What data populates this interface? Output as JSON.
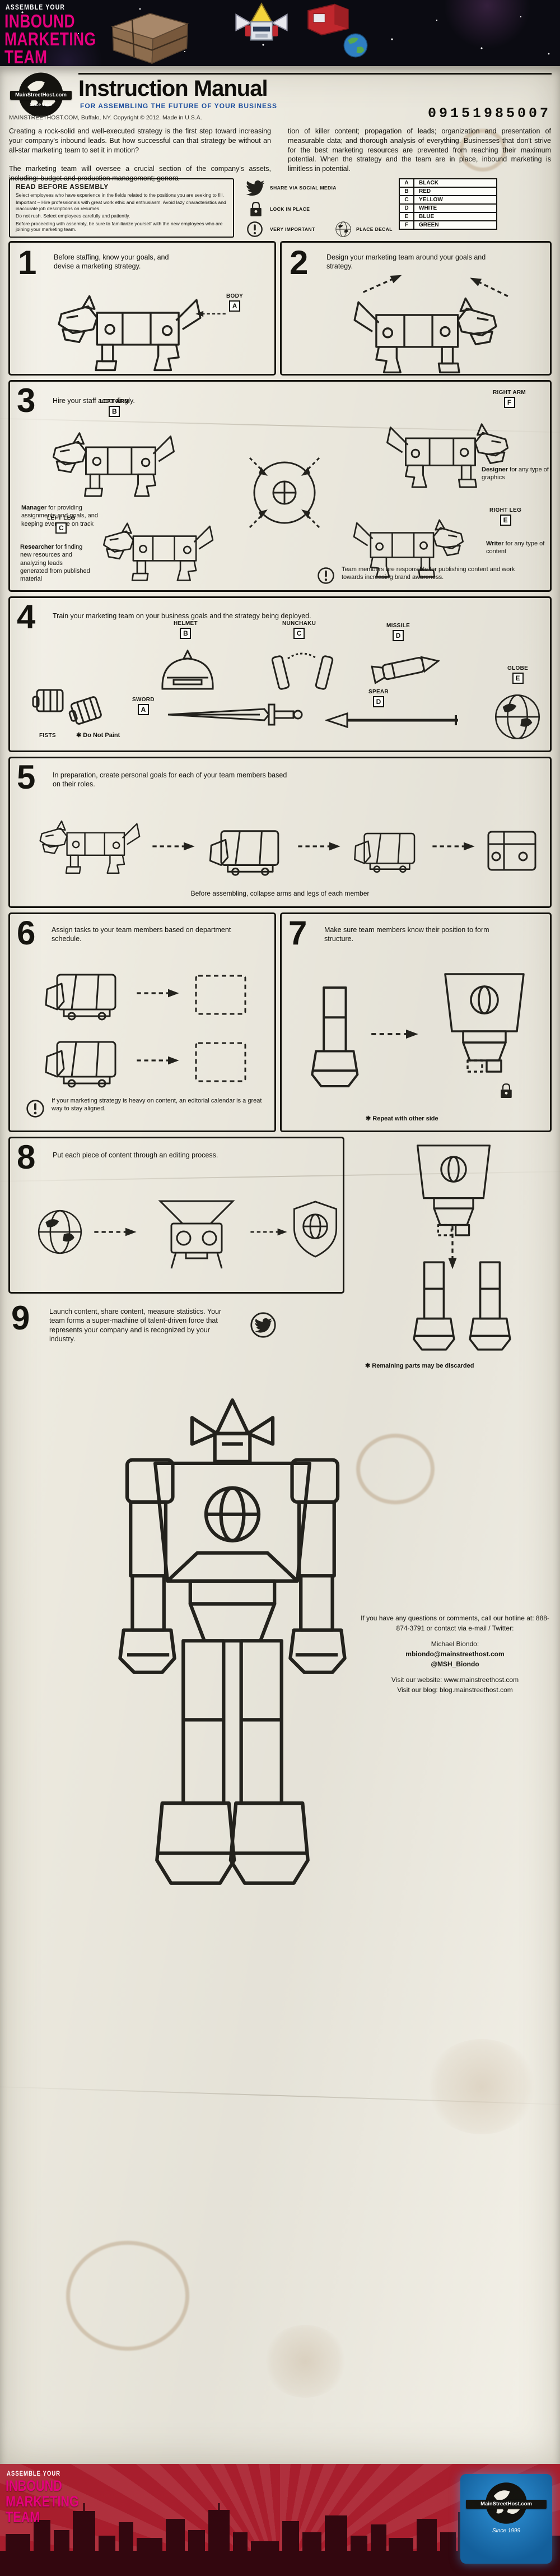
{
  "palette": {
    "magenta": "#e5007d",
    "paper": "#f1eee3",
    "ink": "#15140f",
    "subtitle_blue": "#1d4e9e",
    "footer_red": "#a81e2d"
  },
  "header": {
    "kicker": "ASSEMBLE YOUR",
    "title_lines": [
      "INBOUND",
      "MARKETING",
      "TEAM"
    ]
  },
  "masthead": {
    "logo_name": "MainStreetHost.com",
    "logo_since": "Since 1999",
    "title": "Instruction Manual",
    "subtitle": "FOR ASSEMBLING THE FUTURE OF YOUR BUSINESS",
    "copyright": "MAINSTREETHOST.COM, Buffalo, NY. Copyright © 2012. Made in U.S.A.",
    "serial": "09151985007"
  },
  "intro": {
    "col1": "Creating a rock-solid and well-executed strategy is the first step toward increasing your company's inbound leads. But how successful can that strategy be without an all-star marketing team to set it in motion?\n\nThe marketing team will oversee a crucial section of the company's assets, including: budget and production management; genera-",
    "col2": "tion of killer content; propagation of leads; organization and presentation of measurable data; and thorough analysis of everything. Businesses that don't strive for the best marketing resources are prevented from reaching their maximum potential. When the strategy and the team are in place, inbound marketing is limitless in potential."
  },
  "read_before": {
    "title": "READ BEFORE ASSEMBLY",
    "items": [
      "Select employees who have experience in the fields related to the positions you are seeking to fill.",
      "Important – Hire professionals with great work ethic and enthusiasm. Avoid lazy characteristics and inaccurate job descriptions on resumes.",
      "Do not rush. Select employees carefully and patiently.",
      "Before proceeding with assembly, be sure to familiarize yourself with the new employees who are joining your marketing team."
    ]
  },
  "symbols": {
    "share": "SHARE VIA SOCIAL MEDIA",
    "lock": "LOCK IN PLACE",
    "important": "VERY IMPORTANT",
    "decal": "PLACE DECAL"
  },
  "color_table": [
    {
      "code": "A",
      "name": "BLACK"
    },
    {
      "code": "B",
      "name": "RED"
    },
    {
      "code": "C",
      "name": "YELLOW"
    },
    {
      "code": "D",
      "name": "WHITE"
    },
    {
      "code": "E",
      "name": "BLUE"
    },
    {
      "code": "F",
      "name": "GREEN"
    }
  ],
  "steps": {
    "s1": {
      "num": "1",
      "text": "Before staffing, know your goals, and devise a marketing strategy.",
      "part": {
        "name": "BODY",
        "code": "A"
      }
    },
    "s2": {
      "num": "2",
      "text": "Design your marketing team around your goals and strategy."
    },
    "s3": {
      "num": "3",
      "text": "Hire your staff accordingly.",
      "parts": [
        {
          "name": "LEFT ARM",
          "code": "B"
        },
        {
          "name": "RIGHT ARM",
          "code": "F"
        },
        {
          "name": "LEFT LEG",
          "code": "C"
        },
        {
          "name": "RIGHT LEG",
          "code": "E"
        }
      ],
      "roles": [
        {
          "title": "Manager",
          "desc": " for providing assignments and goals, and keeping everyone on track"
        },
        {
          "title": "Designer",
          "desc": " for any type of graphics"
        },
        {
          "title": "Researcher",
          "desc": " for finding new resources and analyzing leads generated from published material"
        },
        {
          "title": "Writer",
          "desc": " for any type of content"
        }
      ],
      "note": "Team members are responsible for publishing content and work towards increasing brand awareness."
    },
    "s4": {
      "num": "4",
      "text": "Train your marketing team on your business goals and the strategy being deployed.",
      "parts": [
        {
          "name": "HELMET",
          "code": "B"
        },
        {
          "name": "NUNCHAKU",
          "code": "C"
        },
        {
          "name": "MISSILE",
          "code": "D"
        },
        {
          "name": "SWORD",
          "code": "A"
        },
        {
          "name": "SPEAR",
          "code": "D"
        },
        {
          "name": "FISTS",
          "code": ""
        },
        {
          "name": "GLOBE",
          "code": "E"
        }
      ],
      "note": "✱ Do Not Paint"
    },
    "s5": {
      "num": "5",
      "text": "In preparation, create personal goals for each of your team members based on their roles.",
      "caption": "Before assembling, collapse arms and legs of each member"
    },
    "s6": {
      "num": "6",
      "text": "Assign tasks to your team members based on department schedule.",
      "note": "If your marketing strategy is heavy on content, an editorial calendar is a great way to stay aligned."
    },
    "s7": {
      "num": "7",
      "text": "Make sure team members know their position to form structure.",
      "note": "✱ Repeat with other side"
    },
    "s8": {
      "num": "8",
      "text": "Put each piece of content through an editing process."
    },
    "s9": {
      "num": "9",
      "text": "Launch content, share content, measure statistics. Your team forms a super-machine of talent-driven force that represents your company and is recognized by your industry.",
      "note": "✱ Remaining parts may be discarded"
    }
  },
  "contact": {
    "line1": "If you have any questions or comments, call our hotline at: 888-874-3791 or contact via e-mail / Twitter:",
    "name": "Michael Biondo:",
    "email": "mbiondo@mainstreethost.com",
    "twitter": "@MSH_Biondo",
    "website": "Visit our website: www.mainstreethost.com",
    "blog": "Visit our blog: blog.mainstreethost.com"
  },
  "footer": {
    "kicker": "ASSEMBLE YOUR",
    "title_lines": [
      "INBOUND",
      "MARKETING",
      "TEAM"
    ],
    "logo_name": "MainStreetHost.com",
    "logo_since": "Since 1999"
  }
}
